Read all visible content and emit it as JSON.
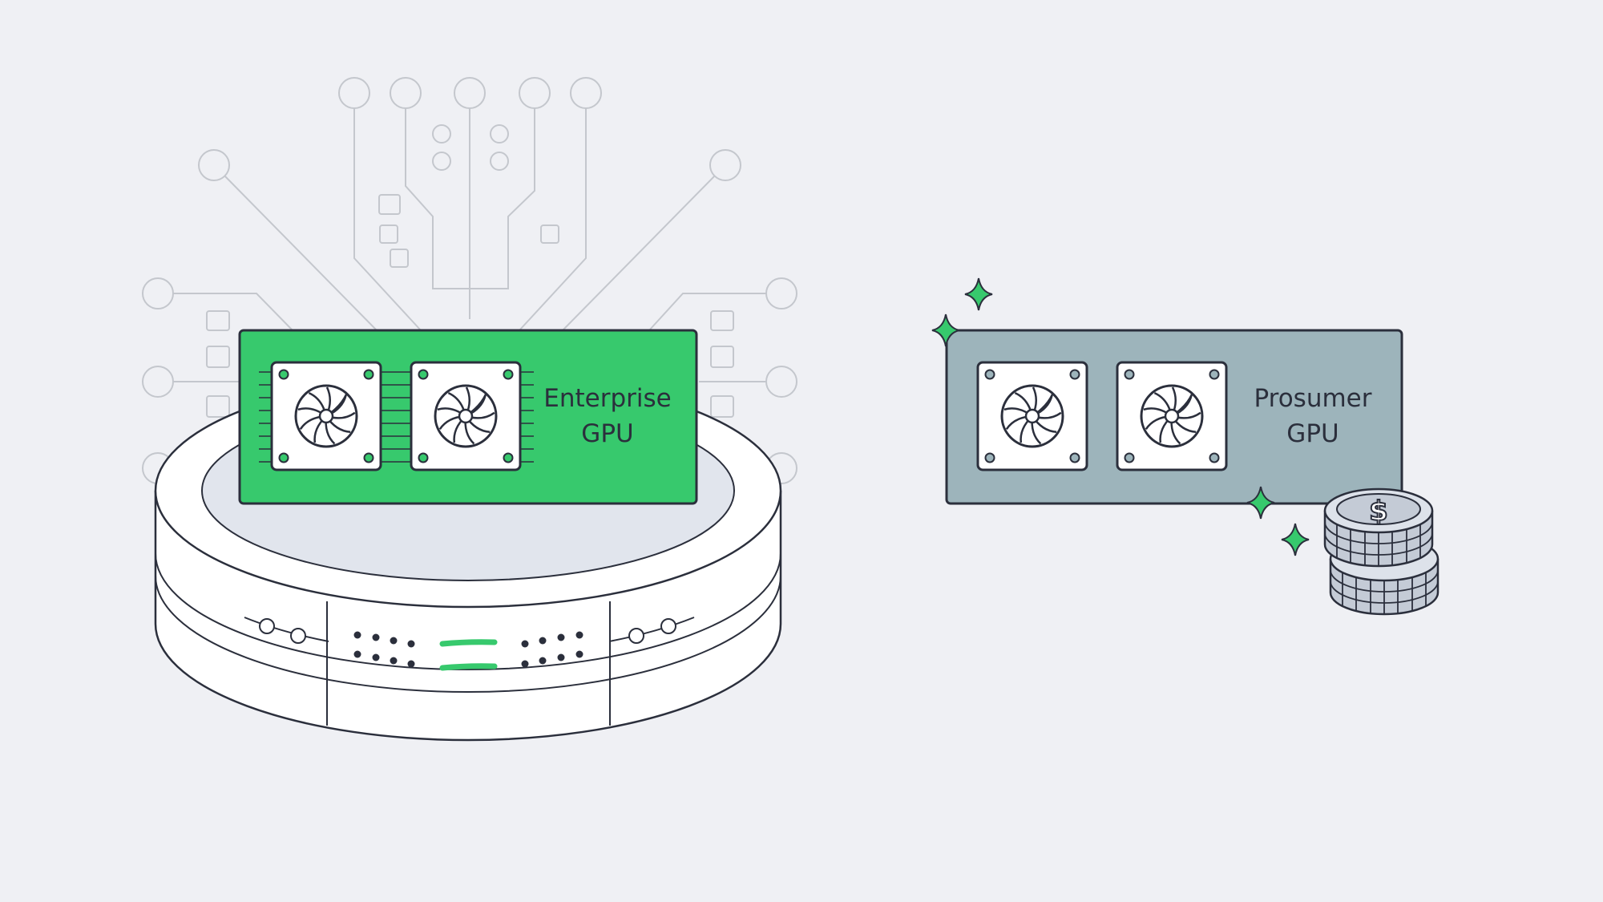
{
  "enterprise_gpu": {
    "label_line1": "Enterprise",
    "label_line2": "GPU",
    "board_color": "#37c96d"
  },
  "prosumer_gpu": {
    "label_line1": "Prosumer",
    "label_line2": "GPU",
    "board_color": "#9db4bb"
  },
  "coins": {
    "symbol": "$"
  },
  "colors": {
    "background": "#eff0f4",
    "outline": "#2b2f3c",
    "accent_green": "#37c96d",
    "circuit_lines": "#c4c7cd",
    "platform_top_inner": "#e1e5ed"
  }
}
